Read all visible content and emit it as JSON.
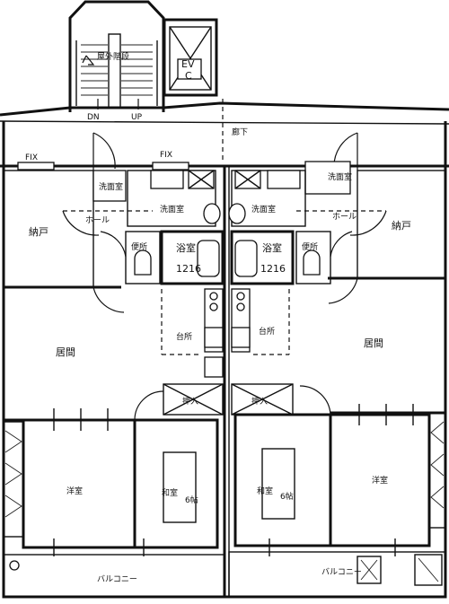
{
  "labels": {
    "stair_title": "屋外階段",
    "ev": "EV",
    "ev_sub": "C",
    "dn": "DN",
    "up": "UP",
    "corridor": "廊下",
    "fix": "FIX",
    "hall": "ホール",
    "storage": "納戸",
    "washroom": "洗面室",
    "bath": "浴室",
    "bath_size": "1216",
    "toilet": "便所",
    "kitchen": "台所",
    "living": "居間",
    "closet": "押入",
    "japanese_room": "和室",
    "mats": "6帖",
    "western_room": "洋室",
    "balcony": "バルコニー"
  }
}
